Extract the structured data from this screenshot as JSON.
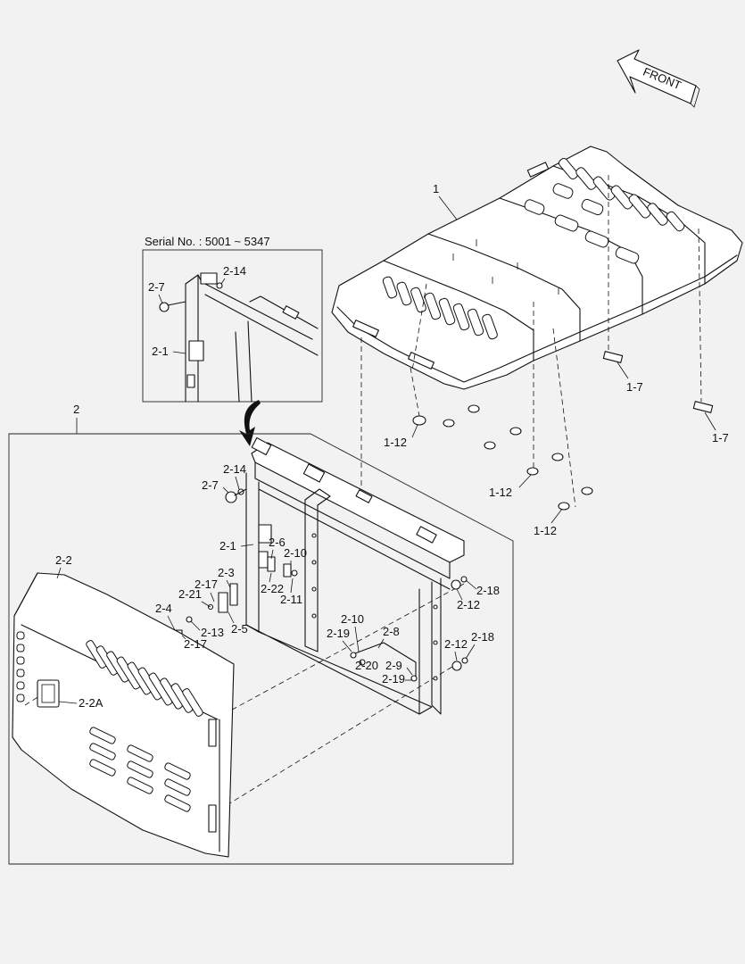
{
  "front_label": "FRONT",
  "serial_label": "Serial No. : 5001 ~ 5347",
  "callouts": {
    "p1": "1",
    "p1_7a": "1-7",
    "p1_7b": "1-7",
    "p1_12a": "1-12",
    "p1_12b": "1-12",
    "p1_12c": "1-12",
    "p2": "2",
    "p2_1": "2-1",
    "p2_2": "2-2",
    "p2_2A": "2-2A",
    "p2_3": "2-3",
    "p2_4": "2-4",
    "p2_5": "2-5",
    "p2_6": "2-6",
    "p2_7": "2-7",
    "p2_8": "2-8",
    "p2_9": "2-9",
    "p2_10a": "2-10",
    "p2_10b": "2-10",
    "p2_11": "2-11",
    "p2_12a": "2-12",
    "p2_12b": "2-12",
    "p2_13": "2-13",
    "p2_14": "2-14",
    "p2_17a": "2-17",
    "p2_17b": "2-17",
    "p2_18a": "2-18",
    "p2_18b": "2-18",
    "p2_19a": "2-19",
    "p2_19b": "2-19",
    "p2_20": "2-20",
    "p2_21": "2-21",
    "p2_22": "2-22",
    "inset_2_1": "2-1",
    "inset_2_7": "2-7",
    "inset_2_14": "2-14"
  }
}
